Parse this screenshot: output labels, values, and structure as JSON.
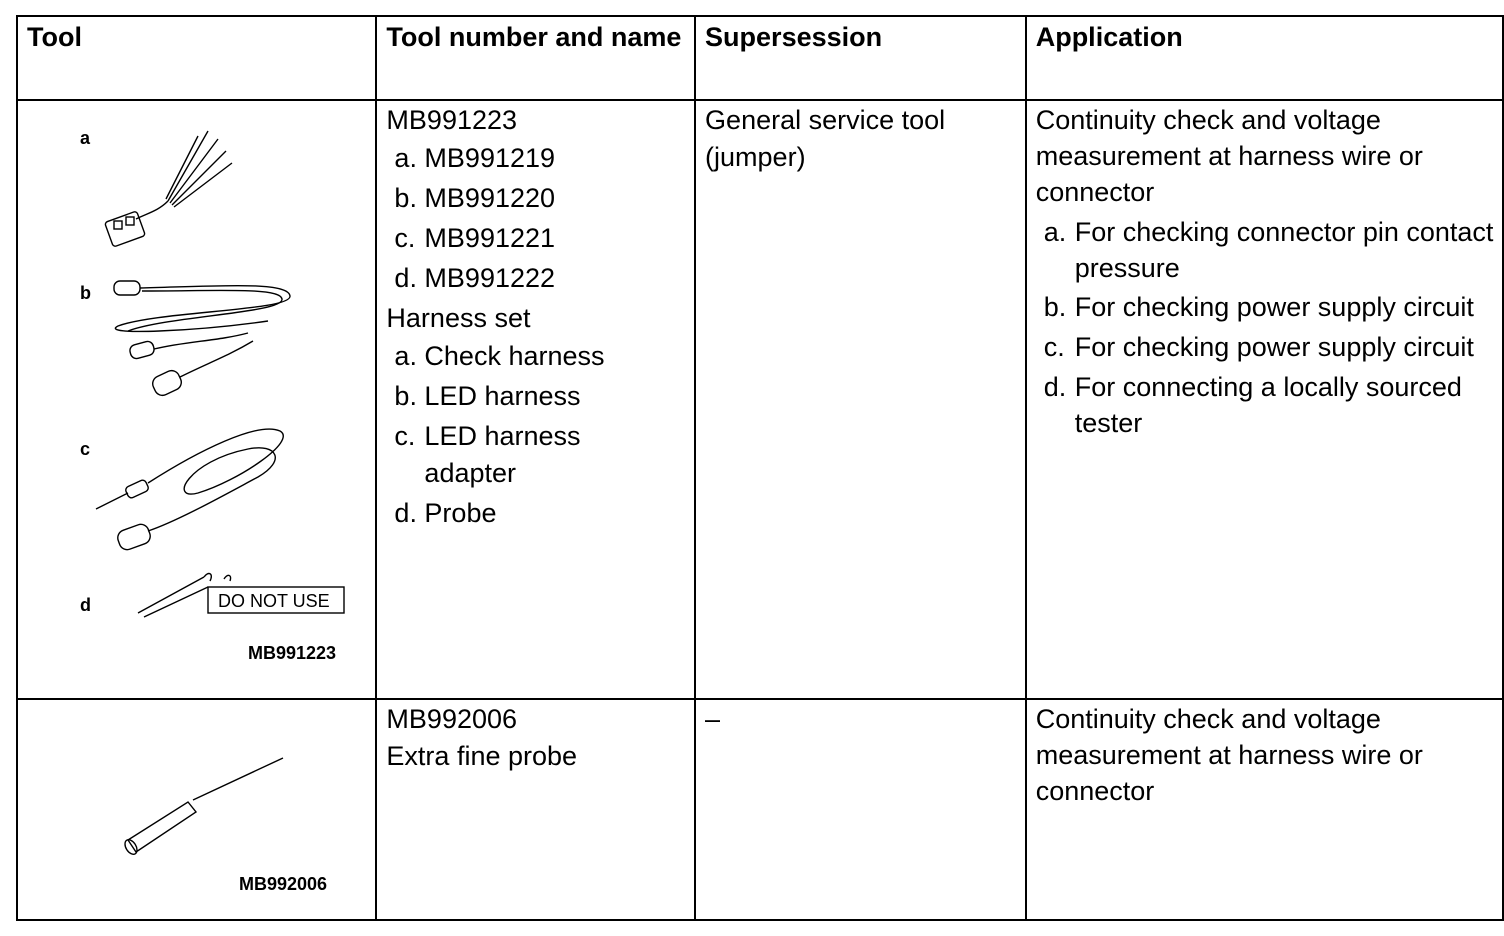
{
  "headers": {
    "tool": "Tool",
    "tool_number_and_name": "Tool number and name",
    "supersession": "Supersession",
    "application": "Application"
  },
  "rows": [
    {
      "figure": {
        "letters": [
          "a",
          "b",
          "c",
          "d"
        ],
        "stamp": "DO NOT USE",
        "caption": "MB991223"
      },
      "tool_number": "MB991223",
      "sub_numbers": [
        {
          "letter": "a.",
          "text": "MB991219"
        },
        {
          "letter": "b.",
          "text": "MB991220"
        },
        {
          "letter": "c.",
          "text": "MB991221"
        },
        {
          "letter": "d.",
          "text": "MB991222"
        }
      ],
      "tool_name": "Harness set",
      "sub_names": [
        {
          "letter": "a.",
          "text": "Check harness"
        },
        {
          "letter": "b.",
          "text": "LED harness"
        },
        {
          "letter": "c.",
          "text": "LED harness adapter"
        },
        {
          "letter": "d.",
          "text": "Probe"
        }
      ],
      "supersession": "General service tool (jumper)",
      "application": "Continuity check and voltage measurement at harness wire or connector",
      "application_items": [
        {
          "letter": "a.",
          "text": "For checking connector pin contact pressure"
        },
        {
          "letter": "b.",
          "text": "For checking power supply circuit"
        },
        {
          "letter": "c.",
          "text": "For checking power supply circuit"
        },
        {
          "letter": "d.",
          "text": "For connecting a locally sourced tester"
        }
      ]
    },
    {
      "figure": {
        "caption": "MB992006"
      },
      "tool_number": "MB992006",
      "tool_name": "Extra fine probe",
      "supersession": "–",
      "application": "Continuity check and voltage measurement at harness wire or connector"
    }
  ]
}
